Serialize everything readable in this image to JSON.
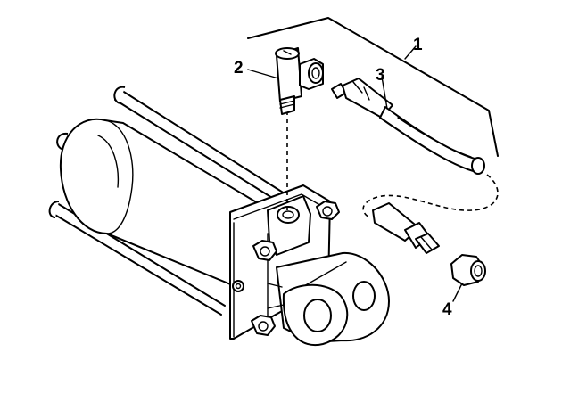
{
  "callouts": [
    {
      "id": "1",
      "text": "1"
    },
    {
      "id": "2",
      "text": "2"
    },
    {
      "id": "3",
      "text": "3"
    },
    {
      "id": "4",
      "text": "4"
    }
  ],
  "parts": [
    {
      "callout": "1",
      "part": "hose-assembly-group"
    },
    {
      "callout": "2",
      "part": "tee-fitting"
    },
    {
      "callout": "3",
      "part": "hose"
    },
    {
      "callout": "4",
      "part": "nut-fitting"
    }
  ],
  "colors": {
    "line": "#000000",
    "background": "#ffffff"
  }
}
